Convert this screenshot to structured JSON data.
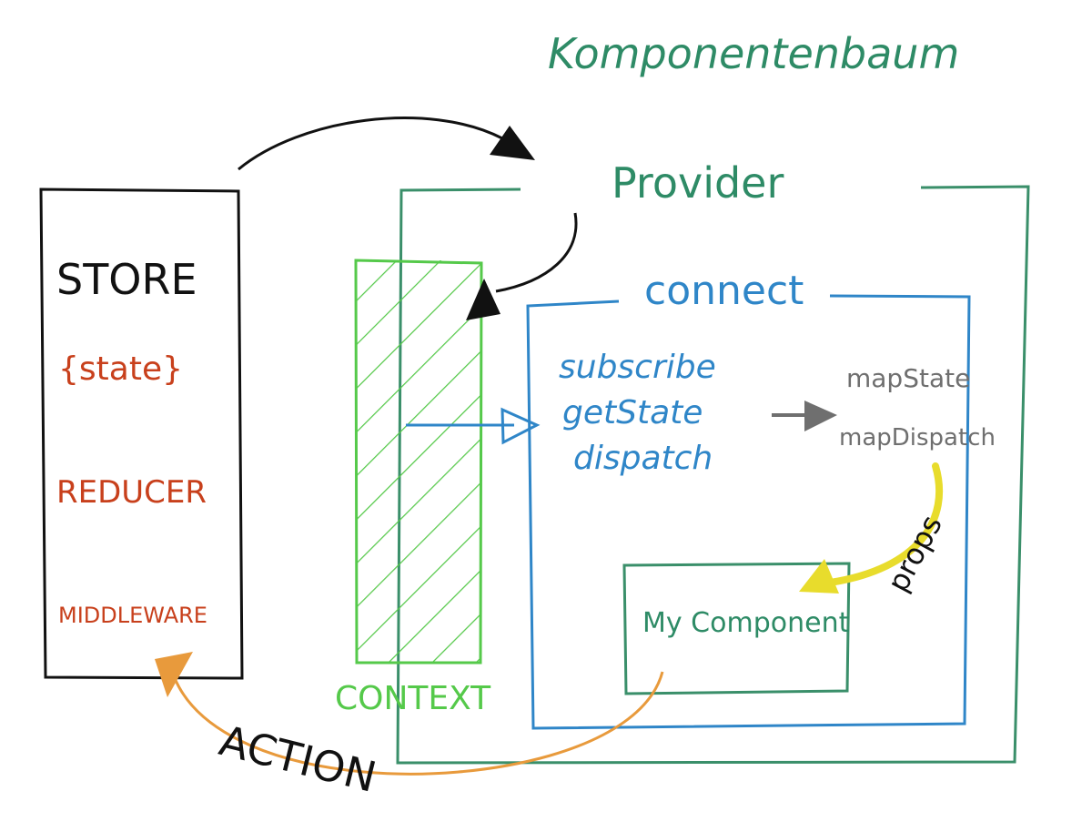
{
  "title": "Komponentenbaum",
  "store": {
    "title": "STORE",
    "state": "{state}",
    "reducer": "REDUCER",
    "middleware": "MIDDLEWARE"
  },
  "provider": {
    "label": "Provider"
  },
  "context": {
    "label": "CONTEXT"
  },
  "connect": {
    "label": "connect",
    "methods": [
      "subscribe",
      "getState",
      "dispatch"
    ],
    "mappers": [
      "mapState",
      "mapDispatch"
    ]
  },
  "component": {
    "label": "My Component"
  },
  "edges": {
    "props_label": "props",
    "action_label": "ACTION"
  },
  "colors": {
    "title": "#2e8b66",
    "ink": "#111111",
    "store_text": "#c8401c",
    "provider": "#3a8f6a",
    "context": "#55c94a",
    "connect": "#2f86c8",
    "mapper_text": "#6f6f6f",
    "props_arrow": "#e8dc2c",
    "action_arrow": "#e89a3c"
  }
}
